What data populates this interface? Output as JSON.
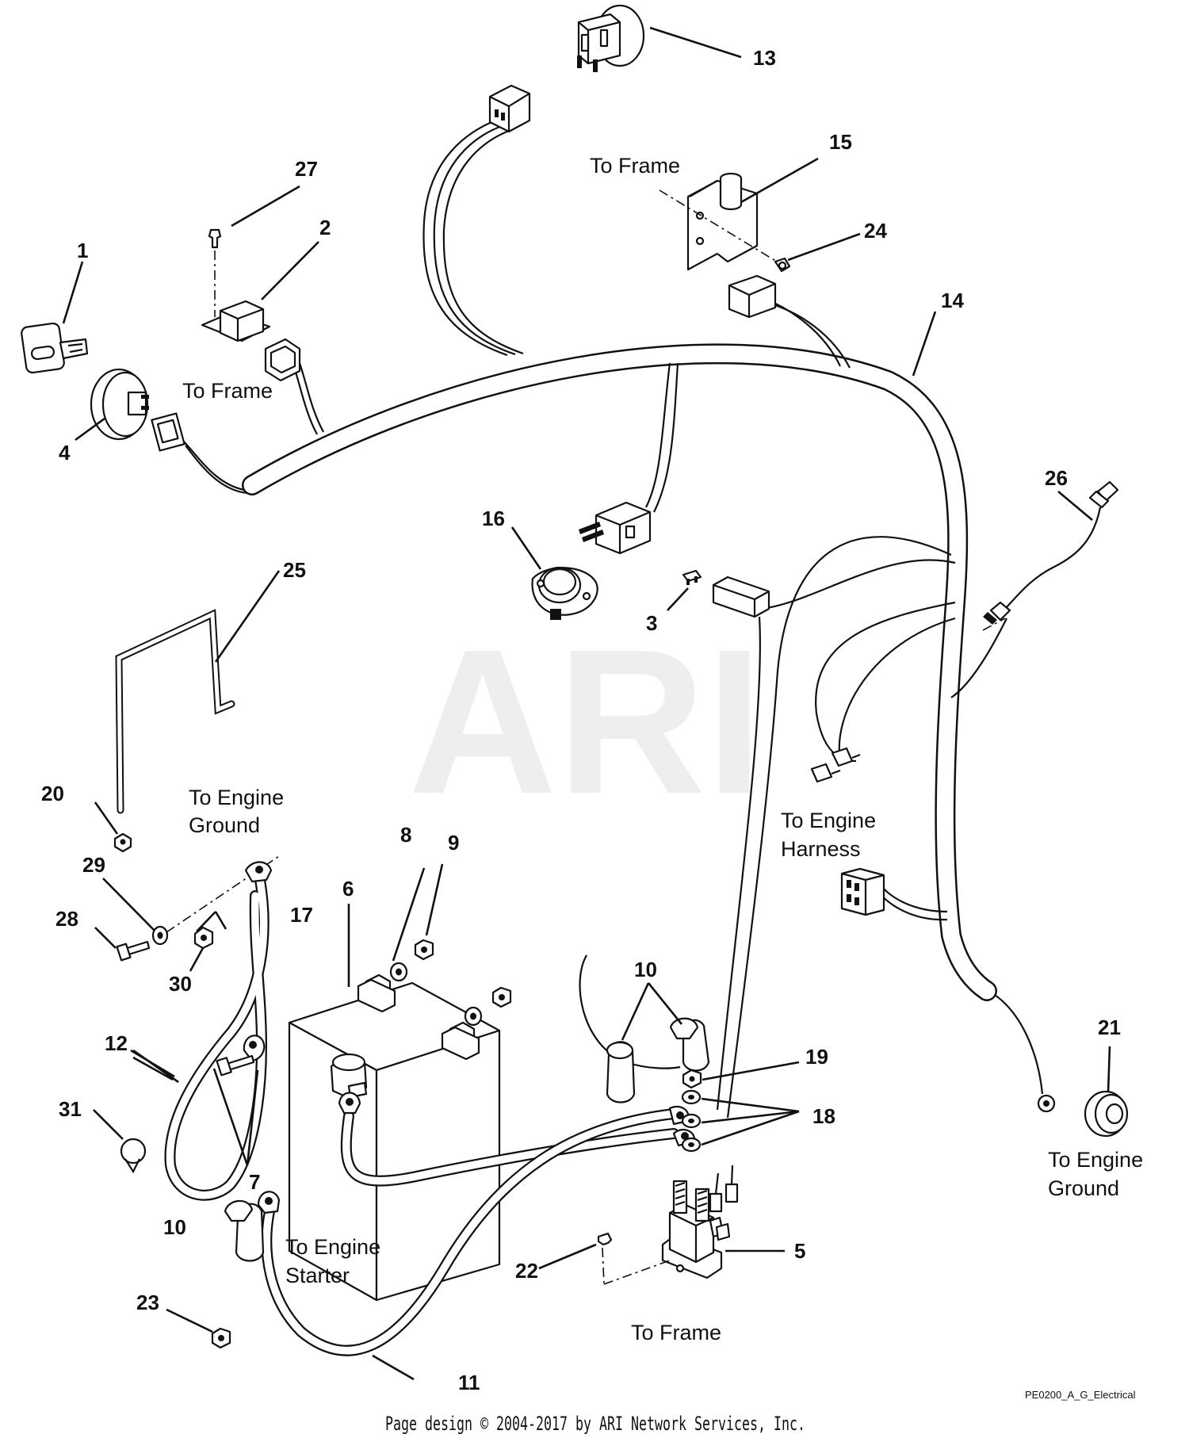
{
  "watermark": "ARI",
  "callouts": {
    "n1": "1",
    "n2": "2",
    "n3": "3",
    "n4": "4",
    "n5": "5",
    "n6": "6",
    "n7": "7",
    "n8": "8",
    "n9": "9",
    "n10a": "10",
    "n10b": "10",
    "n11": "11",
    "n12": "12",
    "n13": "13",
    "n14": "14",
    "n15": "15",
    "n16": "16",
    "n17": "17",
    "n18": "18",
    "n19": "19",
    "n20": "20",
    "n21": "21",
    "n22": "22",
    "n23": "23",
    "n24": "24",
    "n25": "25",
    "n26": "26",
    "n27": "27",
    "n28": "28",
    "n29": "29",
    "n30": "30",
    "n31": "31"
  },
  "labels": {
    "to_frame_15": "To Frame",
    "to_frame_2": "To Frame",
    "to_frame_5": "To Frame",
    "to_engine_ground_left_1": "To Engine",
    "to_engine_ground_left_2": "Ground",
    "to_engine_harness_1": "To Engine",
    "to_engine_harness_2": "Harness",
    "to_engine_starter_1": "To Engine",
    "to_engine_starter_2": "Starter",
    "to_engine_ground_right_1": "To Engine",
    "to_engine_ground_right_2": "Ground"
  },
  "footer": {
    "drawing_code": "PE0200_A_G_Electrical",
    "copyright": "Page design © 2004-2017 by ARI Network Services, Inc."
  }
}
